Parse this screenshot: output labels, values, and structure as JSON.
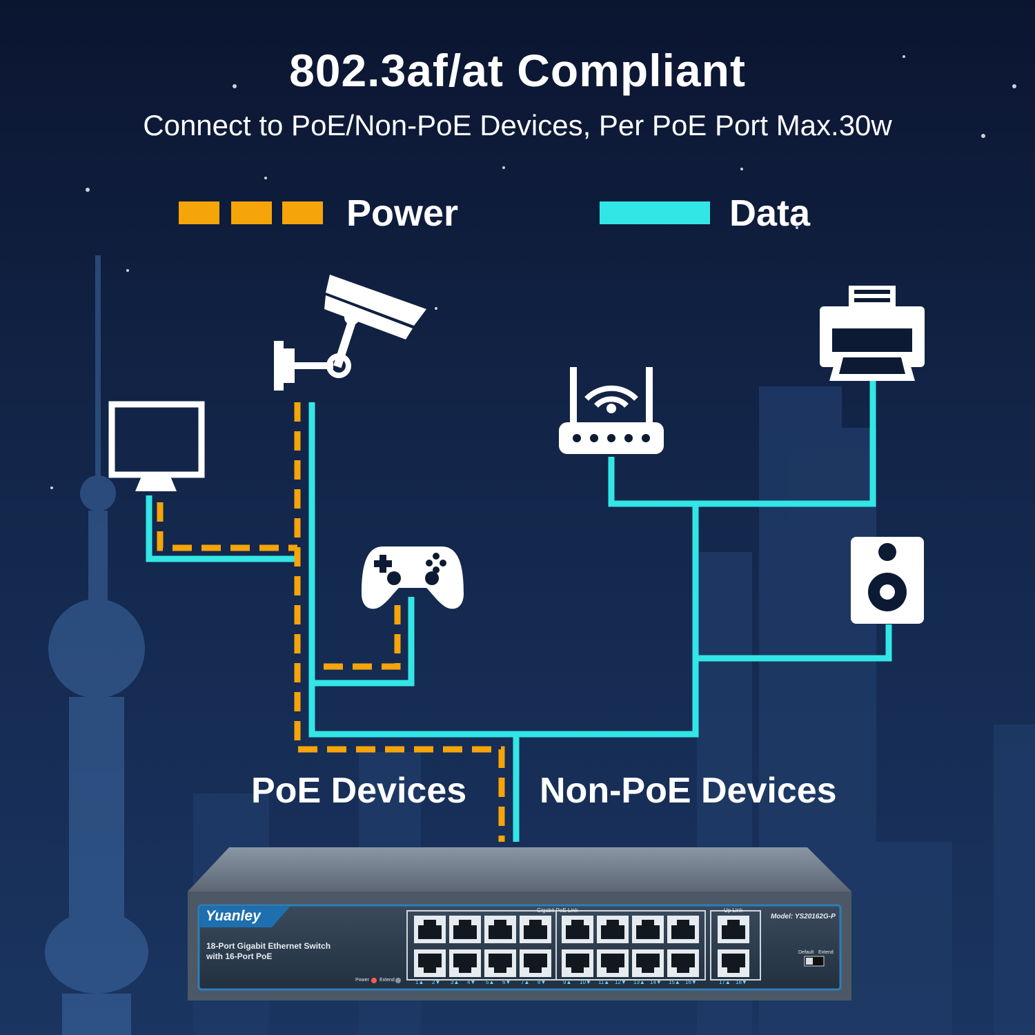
{
  "header": {
    "title": "802.3af/at Compliant",
    "subtitle": "Connect to PoE/Non-PoE Devices, Per PoE Port Max.30w"
  },
  "legend": {
    "power_label": "Power",
    "data_label": "Data"
  },
  "sections": {
    "poe_label": "PoE Devices",
    "non_poe_label": "Non-PoE Devices"
  },
  "switch": {
    "brand": "Yuanley",
    "description_line1": "18-Port Gigabit Ethernet Switch",
    "description_line2": "with 16-Port PoE",
    "model": "Model: YS20162G-P",
    "poe_group_label": "Gigabit PoE Link",
    "uplink_group_label": "Up Link",
    "led_power": "Power",
    "led_extend": "Extend",
    "dip_default": "Default",
    "dip_extend": "Extend",
    "port_labels": [
      "1▲",
      "2▼",
      "3▲",
      "4▼",
      "5▲",
      "6▼",
      "7▲",
      "8▼",
      "9▲",
      "10▼",
      "11▲",
      "12▼",
      "13▲",
      "14▼",
      "15▲",
      "16▼",
      "17▲",
      "18▼"
    ]
  },
  "colors": {
    "power": "#f5a40a",
    "data": "#33e6e6",
    "background": "#0d1a33",
    "icon": "#ffffff"
  }
}
